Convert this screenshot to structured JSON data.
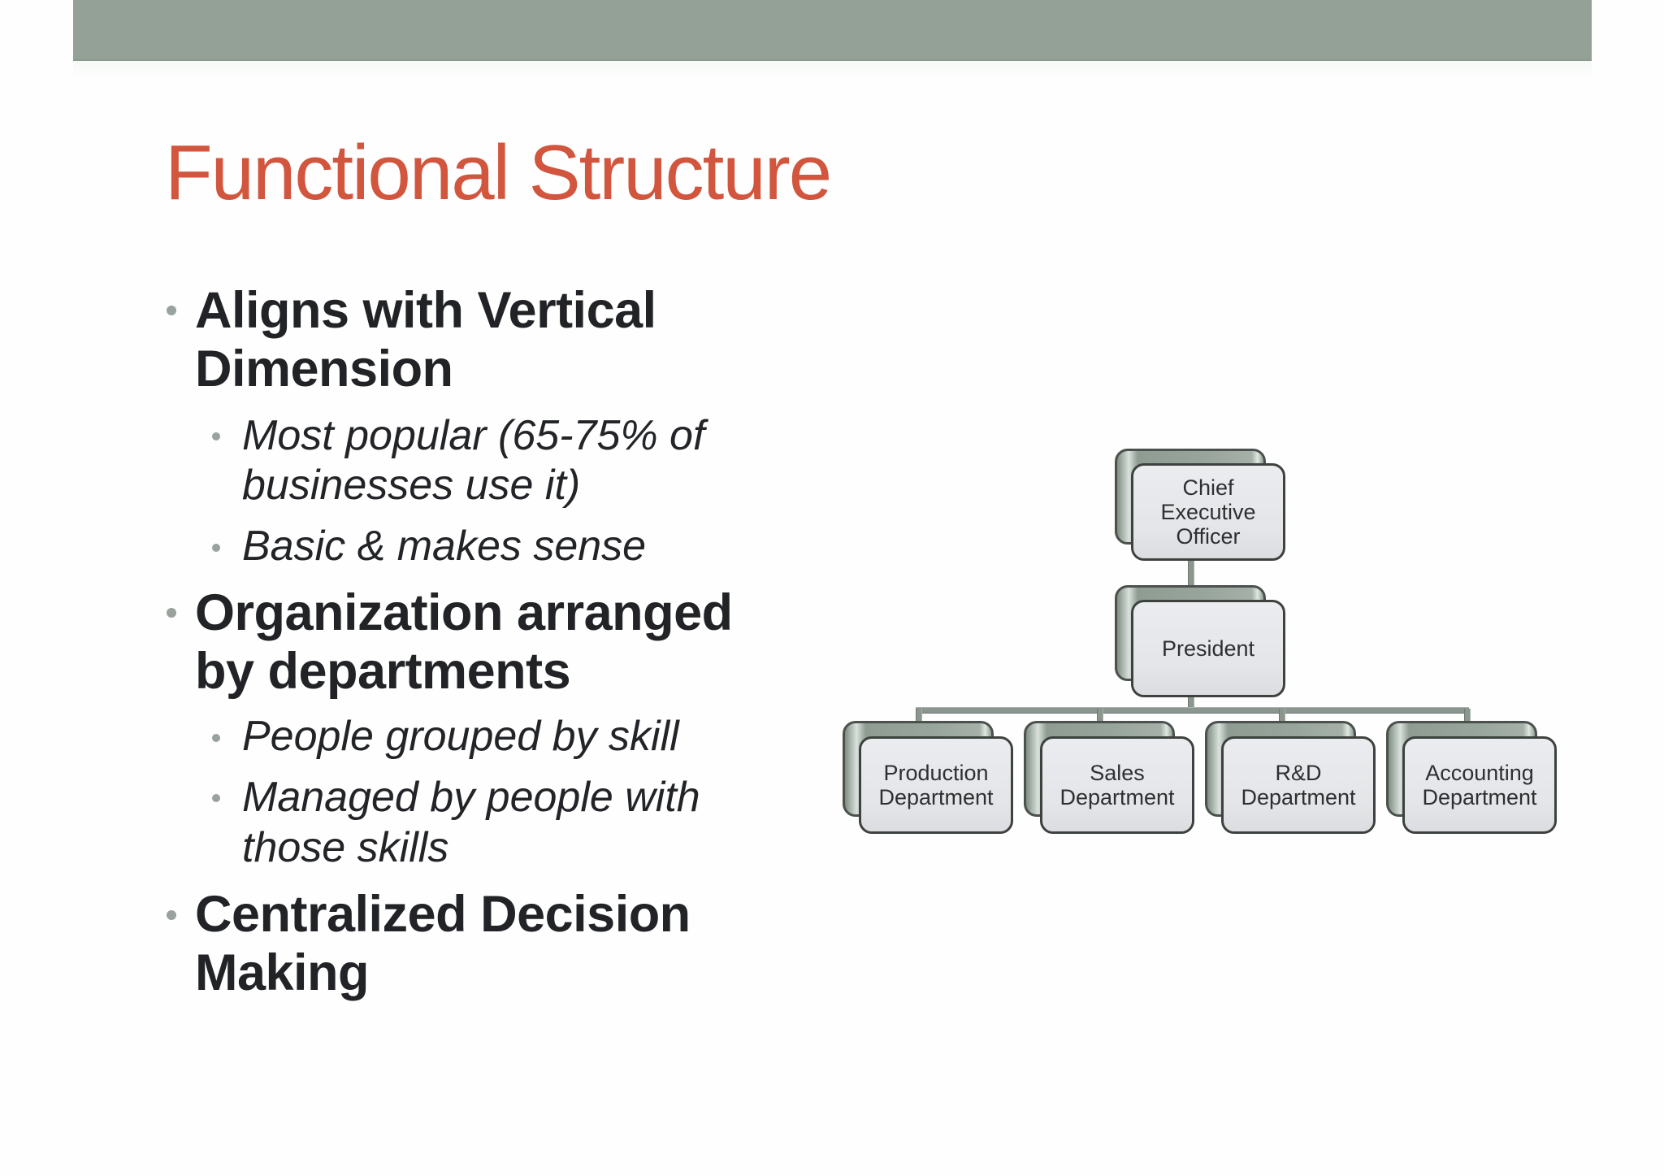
{
  "slide": {
    "title": "Functional Structure",
    "header_bar_color": "#93a197",
    "title_color": "#d2553e",
    "bullets": [
      {
        "level": 1,
        "lines": [
          "Aligns with Vertical",
          "Dimension"
        ],
        "children": [
          {
            "level": 2,
            "lines": [
              "Most popular (65-75% of",
              "businesses use it)"
            ]
          },
          {
            "level": 2,
            "lines": [
              "Basic & makes sense"
            ]
          }
        ]
      },
      {
        "level": 1,
        "lines": [
          "Organization arranged",
          "by departments"
        ],
        "children": [
          {
            "level": 2,
            "lines": [
              "People grouped by skill"
            ]
          },
          {
            "level": 2,
            "lines": [
              "Managed by people with",
              "those skills"
            ]
          }
        ]
      },
      {
        "level": 1,
        "lines": [
          "Centralized Decision",
          "Making"
        ],
        "children": []
      }
    ]
  },
  "org_chart": {
    "ceo": {
      "label": "Chief\nExecutive\nOfficer"
    },
    "president": {
      "label": "President"
    },
    "departments": [
      {
        "label": "Production\nDepartment"
      },
      {
        "label": "Sales\nDepartment"
      },
      {
        "label": "R&D\nDepartment"
      },
      {
        "label": "Accounting\nDepartment"
      }
    ]
  }
}
